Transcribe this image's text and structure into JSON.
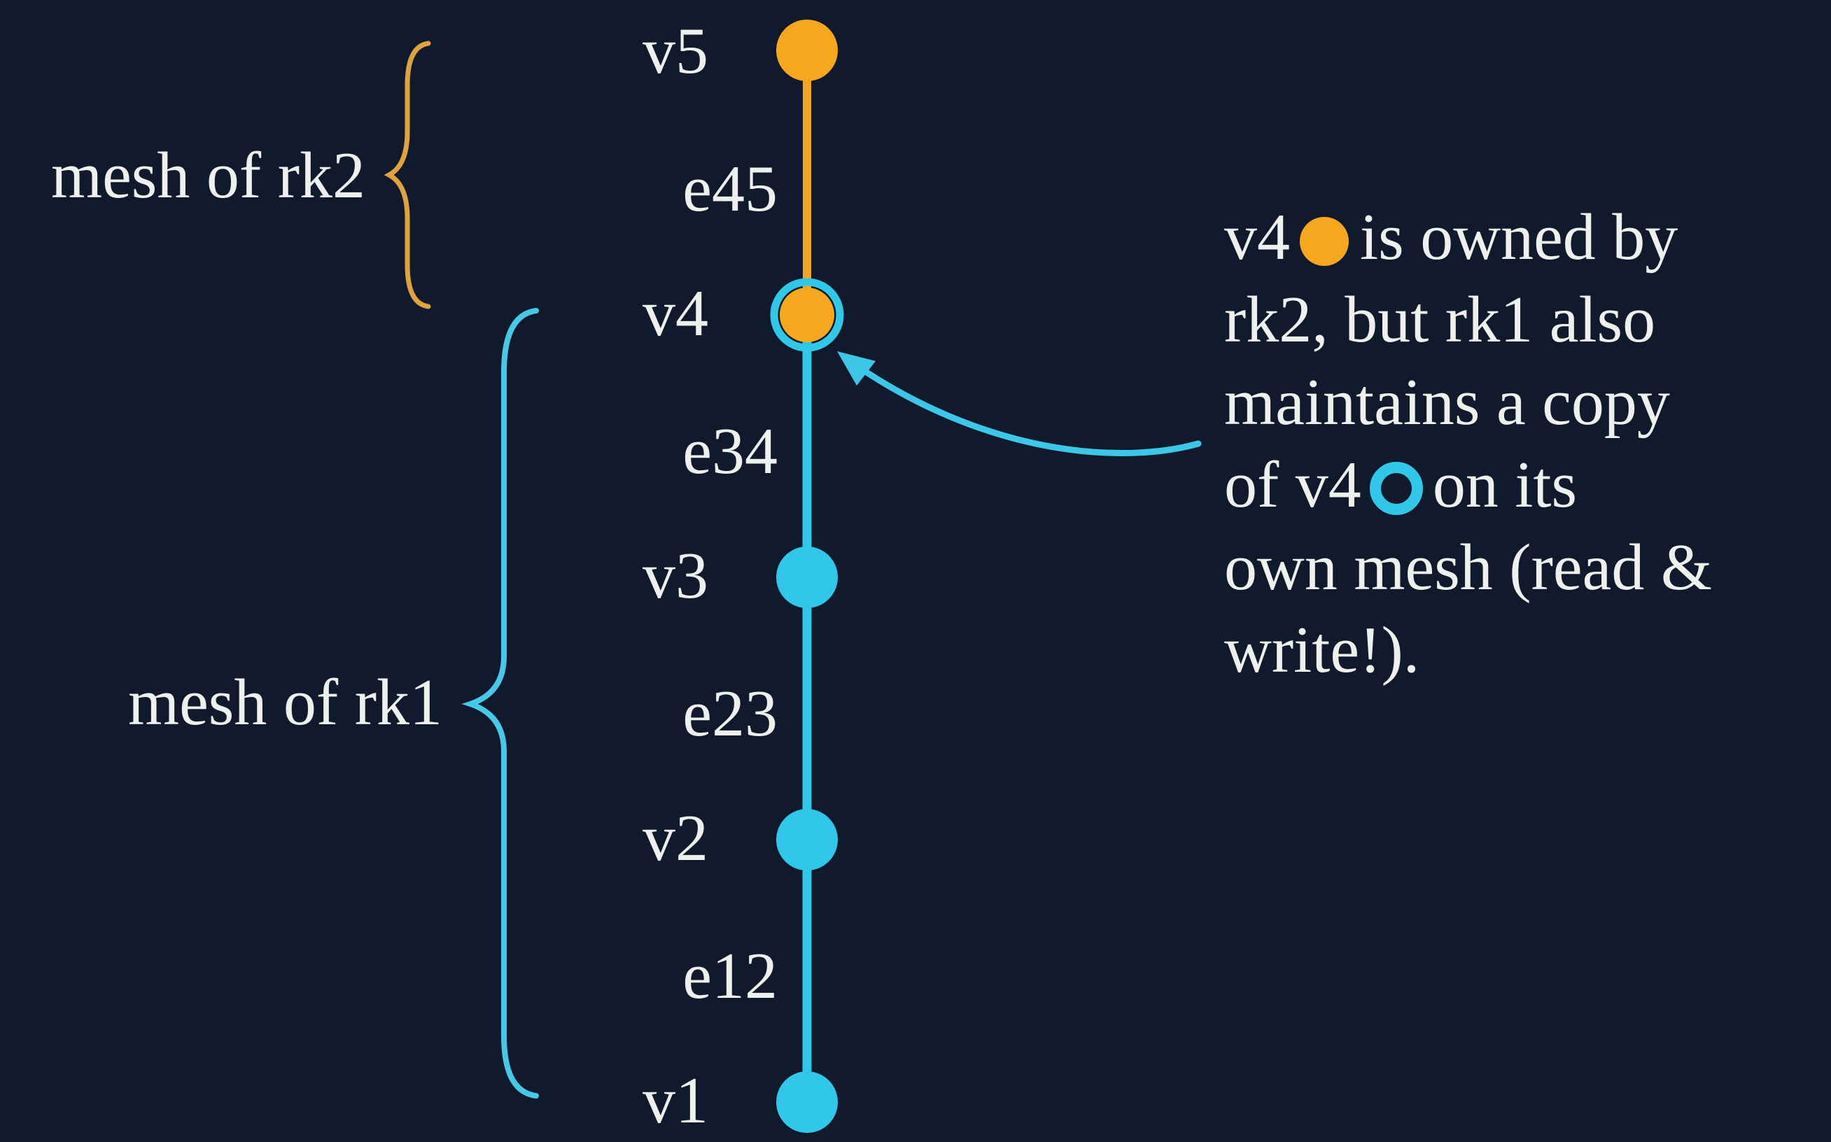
{
  "colors": {
    "background": "#111a2c",
    "cyan": "#31c7e9",
    "orange": "#f6a71e",
    "orange_edge": "#f2a51f",
    "brace_orange": "#dfa23f",
    "brace_cyan": "#46c8e6",
    "text": "#eef0ed"
  },
  "diagram": {
    "nodes": [
      {
        "id": "v5",
        "label": "v5",
        "owner": "rk2",
        "color": "orange"
      },
      {
        "id": "v4",
        "label": "v4",
        "owner": "rk2",
        "color": "orange",
        "ring": "cyan",
        "note": "copy maintained by rk1"
      },
      {
        "id": "v3",
        "label": "v3",
        "owner": "rk1",
        "color": "cyan"
      },
      {
        "id": "v2",
        "label": "v2",
        "owner": "rk1",
        "color": "cyan"
      },
      {
        "id": "v1",
        "label": "v1",
        "owner": "rk1",
        "color": "cyan"
      }
    ],
    "edges": [
      {
        "id": "e45",
        "label": "e45",
        "from": "v4",
        "to": "v5",
        "color": "orange"
      },
      {
        "id": "e34",
        "label": "e34",
        "from": "v3",
        "to": "v4",
        "color": "cyan"
      },
      {
        "id": "e23",
        "label": "e23",
        "from": "v2",
        "to": "v3",
        "color": "cyan"
      },
      {
        "id": "e12",
        "label": "e12",
        "from": "v1",
        "to": "v2",
        "color": "cyan"
      }
    ],
    "braces": [
      {
        "id": "rk2",
        "label": "mesh of rk2",
        "color": "orange",
        "covers": [
          "v5",
          "v4"
        ]
      },
      {
        "id": "rk1",
        "label": "mesh of rk1",
        "color": "cyan",
        "covers": [
          "v4",
          "v3",
          "v2",
          "v1"
        ]
      }
    ]
  },
  "annotation": {
    "line1_pre": "v4",
    "line1_post": "is owned by",
    "line2": "rk2, but rk1 also",
    "line3": "maintains a copy",
    "line4_pre": "of v4",
    "line4_post": "on its",
    "line5": "own mesh (read &",
    "line6": "write!)."
  }
}
